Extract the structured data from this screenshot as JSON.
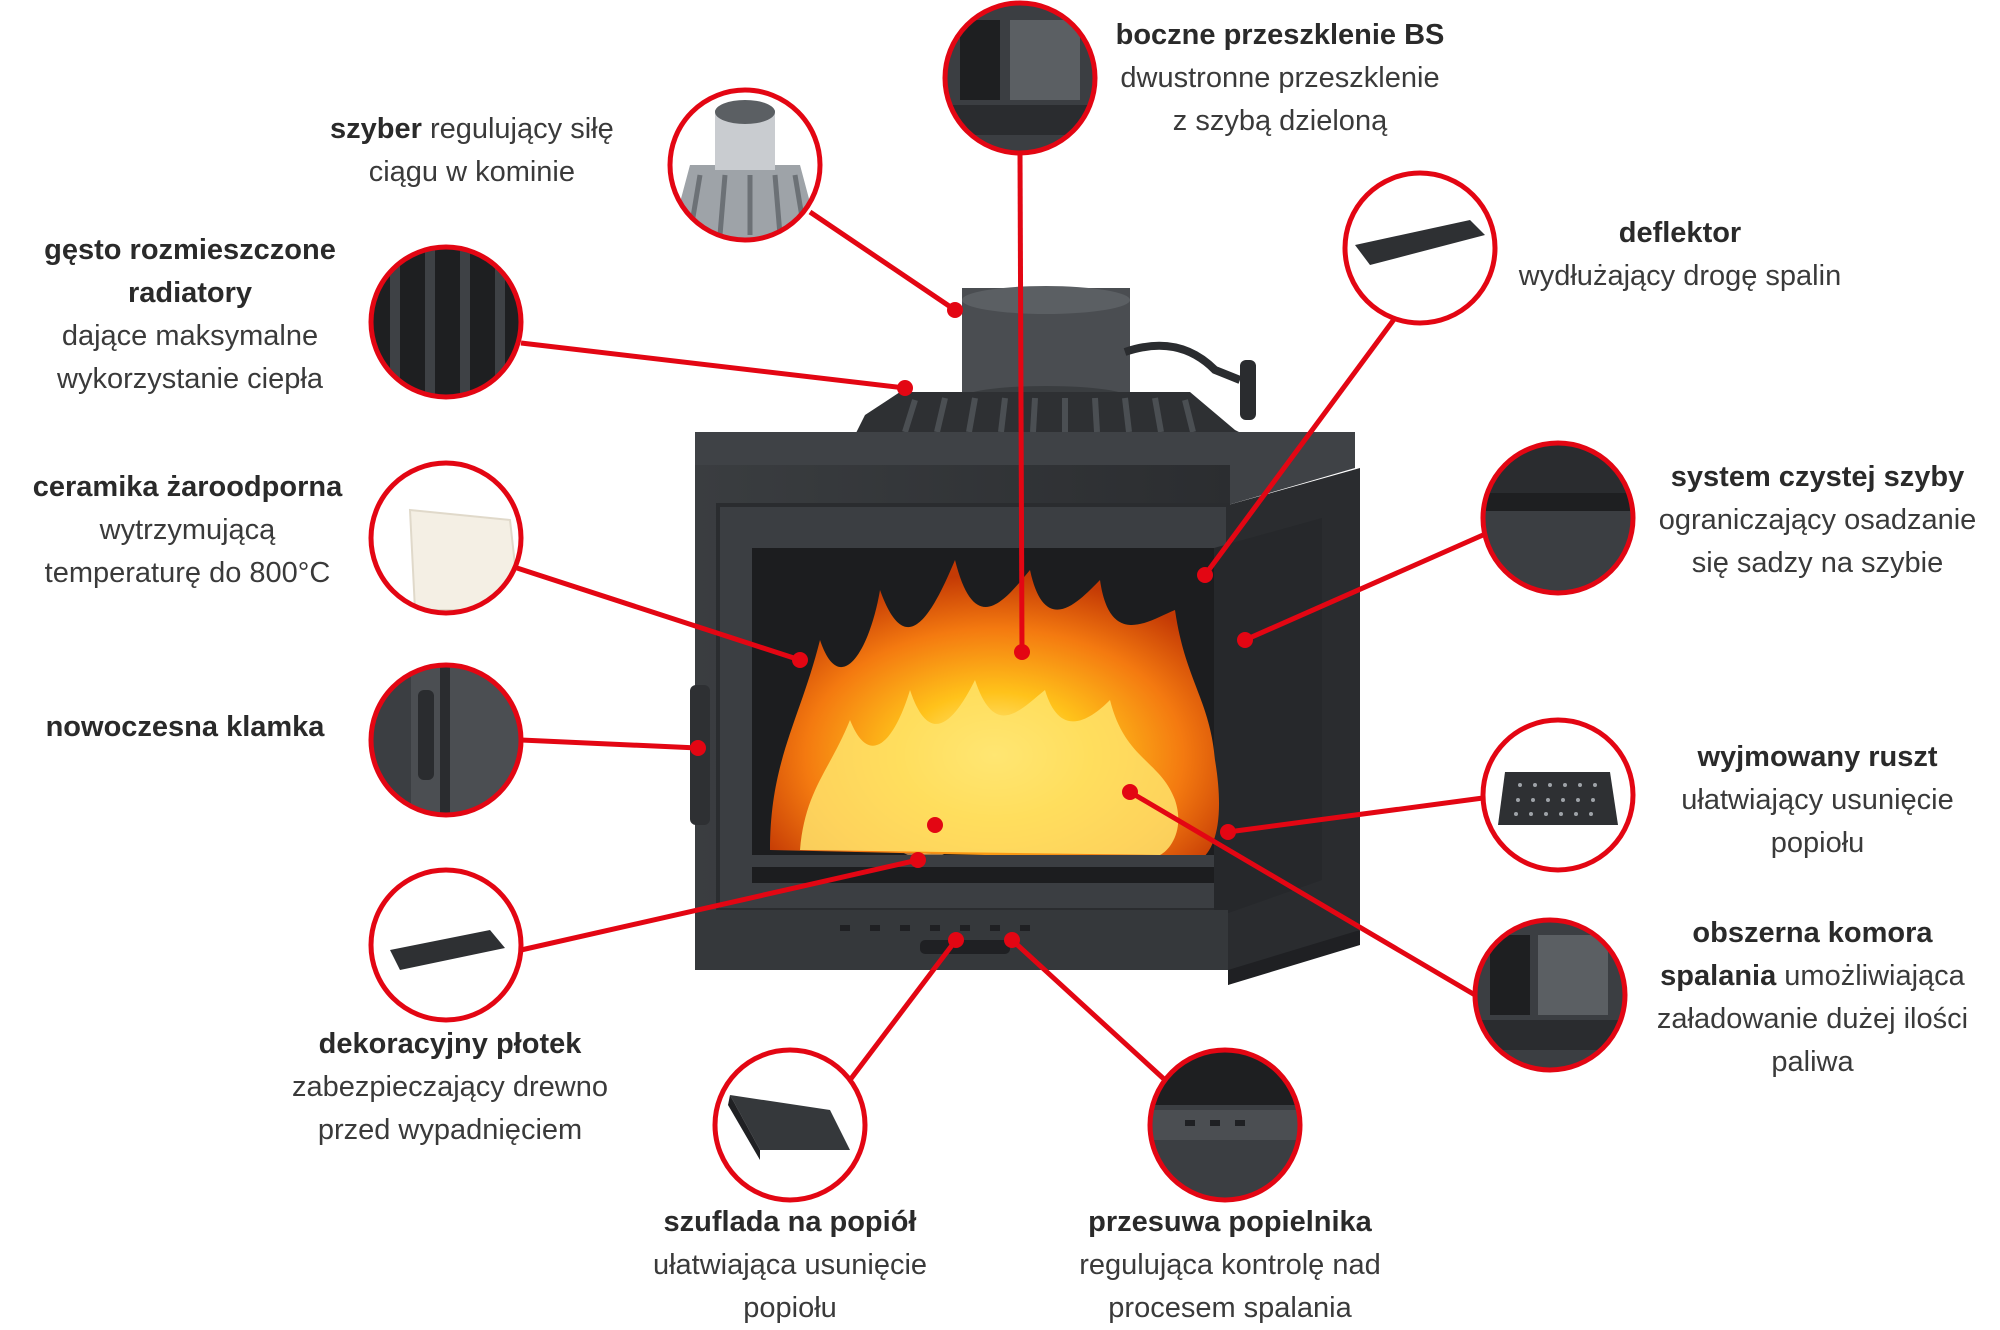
{
  "accent_color": "#e30613",
  "features": {
    "szyber": {
      "bold": "szyber",
      "rest": " regulujący siłę",
      "line2": "ciągu w kominie"
    },
    "radiatory": {
      "bold1": "gęsto rozmieszczone",
      "bold2": "radiatory",
      "line3": "dające maksymalne",
      "line4": "wykorzystanie ciepła"
    },
    "ceramika": {
      "bold": "ceramika żaroodporna",
      "line2": "wytrzymującą",
      "line3": "temperaturę do 800°C"
    },
    "klamka": {
      "bold": "nowoczesna klamka"
    },
    "plotek": {
      "bold": "dekoracyjny płotek",
      "line2": "zabezpieczający drewno",
      "line3": "przed wypadnięciem"
    },
    "szuflada": {
      "bold": "szuflada na popiół",
      "line2": "ułatwiająca usunięcie",
      "line3": "popiołu"
    },
    "przesuwa": {
      "bold": "przesuwa popielnika",
      "line2": "regulująca kontrolę nad",
      "line3": "procesem spalania"
    },
    "boczne": {
      "bold": "boczne przeszklenie BS",
      "line2": "dwustronne przeszklenie",
      "line3": "z szybą dzieloną"
    },
    "deflektor": {
      "bold": "deflektor",
      "line2": "wydłużający drogę spalin"
    },
    "czysta_szyba": {
      "bold": "system czystej szyby",
      "line2": "ograniczający osadzanie",
      "line3": "się sadzy na szybie"
    },
    "ruszt": {
      "bold": "wyjmowany ruszt",
      "line2": "ułatwiający usunięcie",
      "line3": "popiołu"
    },
    "komora": {
      "bold1": "obszerna komora",
      "bold2": "spalania",
      "rest2": " umożliwiająca",
      "line3": "załadowanie dużej ilości",
      "line4": "paliwa"
    }
  }
}
